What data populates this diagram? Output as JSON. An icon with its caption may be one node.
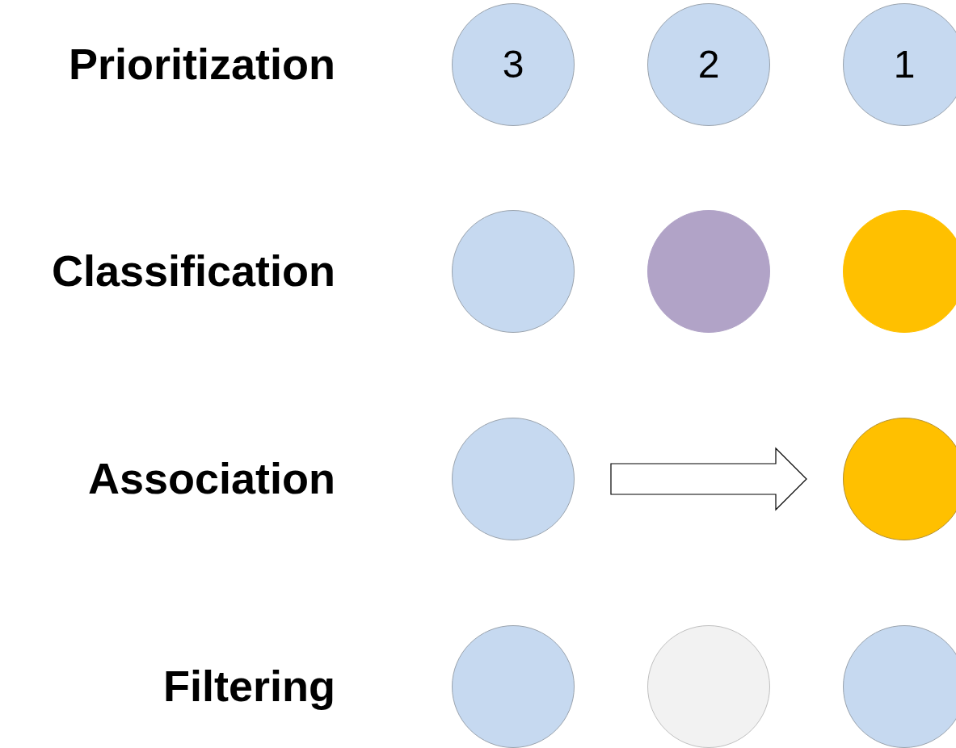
{
  "diagram": {
    "nodes": [
      {
        "text": [
          "3"
        ]
      },
      {
        "text": [
          "2"
        ]
      },
      {
        "text": [
          "1"
        ]
      },
      {
        "text": [],
        "shape": "circle"
      },
      {
        "text": [],
        "shape": "circle"
      },
      {
        "text": [],
        "shape": "circle"
      },
      {
        "text": [],
        "shape": "circle"
      },
      {
        "text": [],
        "shape": "circle"
      },
      {
        "text": [],
        "shape": "circle"
      },
      {
        "text": [],
        "shape": "circle"
      },
      {
        "text": [],
        "shape": "circle"
      }
    ],
    "edges": [
      {
        "from": 6,
        "to": 7,
        "arrow": "to"
      }
    ],
    "labels": [
      "Prioritization",
      "Classification",
      "Association",
      "Filtering"
    ]
  }
}
